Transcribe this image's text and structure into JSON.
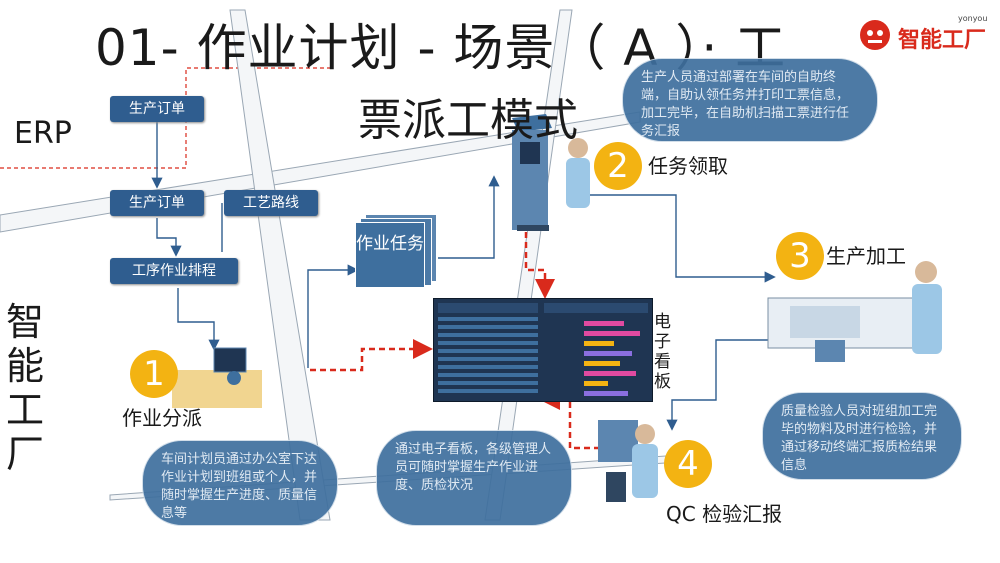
{
  "title_line1": "01- 作业计划 - 场景（ A ）· 工",
  "title_line2": "票派工模式",
  "erp_label": "ERP",
  "side_label": "智能工厂",
  "boxes": {
    "order1": "生产订单",
    "order2": "生产订单",
    "route": "工艺路线",
    "schedule": "工序作业排程"
  },
  "task_doc": "作业任务",
  "board_label": "电子看板",
  "steps": [
    {
      "num": "1",
      "label": "作业分派"
    },
    {
      "num": "2",
      "label": "任务领取"
    },
    {
      "num": "3",
      "label": "生产加工"
    },
    {
      "num": "4",
      "label": "QC 检验汇报"
    }
  ],
  "bubbles": {
    "b1": "车间计划员通过办公室下达作业计划到班组或个人，并随时掌握生产进度、质量信息等",
    "b2": "通过电子看板，各级管理人员可随时掌握生产作业进度、质检状况",
    "b3": "生产人员通过部署在车间的自助终端，自助认领任务并打印工票信息，加工完毕，在自助机扫描工票进行任务汇报",
    "b4": "质量检验人员对班组加工完毕的物料及时进行检验，并通过移动终端汇报质检结果信息"
  },
  "logo": {
    "text": "智能工厂",
    "brand": "yonyou"
  },
  "colors": {
    "box": "#2f5d8f",
    "accent": "#f3b312",
    "bubble": "#3e6f9e",
    "arrow_red": "#d92a1c",
    "logo": "#d92a1c"
  }
}
